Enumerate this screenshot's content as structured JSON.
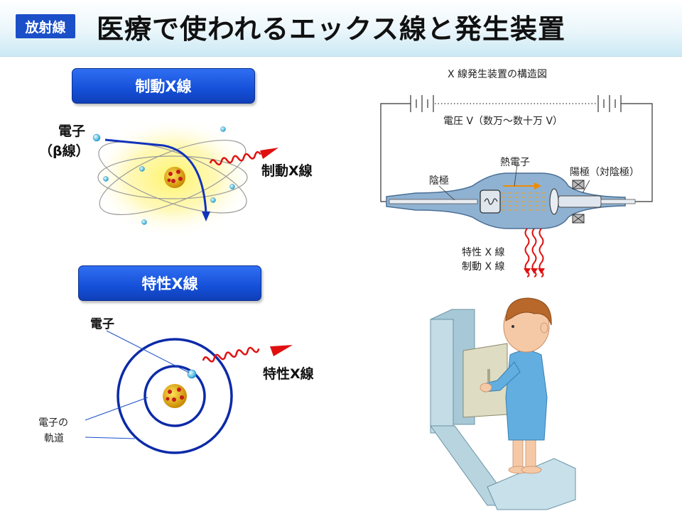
{
  "header": {
    "tag": "放射線",
    "title": "医療で使われるエックス線と発生装置"
  },
  "bremsstrahlung": {
    "button": "制動X線",
    "electron_line1": "電子",
    "electron_line2": "（β線）",
    "xray_label": "制動X線"
  },
  "characteristic": {
    "button": "特性X線",
    "electron_label": "電子",
    "orbit_line1": "電子の",
    "orbit_line2": "軌道",
    "xray_label": "特性X線"
  },
  "tube_diagram": {
    "title": "X 線発生装置の構造図",
    "voltage": "電圧 V（数万〜数十万 V）",
    "thermal_electron": "熱電子",
    "cathode": "陰極",
    "anode": "陽極（対陰極）",
    "char_xray": "特性 X 線",
    "brems_xray": "制動 X 線"
  },
  "colors": {
    "accent_blue": "#1a4fc8",
    "wave_red": "#e01010",
    "orbit_blue": "#0c2aa8"
  }
}
